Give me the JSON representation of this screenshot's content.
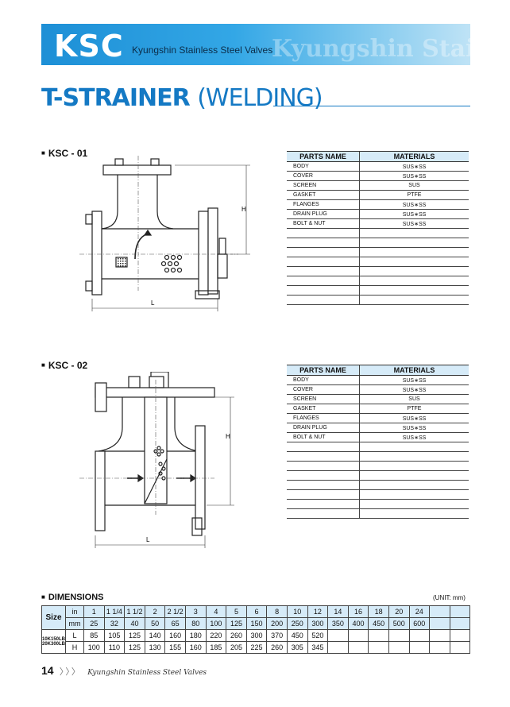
{
  "header": {
    "logo": "KSC",
    "company": "Kyungshin Stainless Steel Valves",
    "ghost_text": "Kyungshin Stainless St"
  },
  "title": {
    "main": "T-STRAINER",
    "sub": "(WELDING)"
  },
  "models": [
    {
      "label": "KSC - 01",
      "drawing_labels": {
        "width": "L",
        "height": "H"
      },
      "parts_table": {
        "headers": [
          "PARTS NAME",
          "MATERIALS"
        ],
        "rows": [
          [
            "BODY",
            "SUS∗SS"
          ],
          [
            "COVER",
            "SUS∗SS"
          ],
          [
            "SCREEN",
            "SUS"
          ],
          [
            "GASKET",
            "PTFE"
          ],
          [
            "FLANGES",
            "SUS∗SS"
          ],
          [
            "DRAIN PLUG",
            "SUS∗SS"
          ],
          [
            "BOLT & NUT",
            "SUS∗SS"
          ],
          [
            "",
            ""
          ],
          [
            "",
            ""
          ],
          [
            "",
            ""
          ],
          [
            "",
            ""
          ],
          [
            "",
            ""
          ],
          [
            "",
            ""
          ],
          [
            "",
            ""
          ],
          [
            "",
            ""
          ]
        ]
      }
    },
    {
      "label": "KSC - 02",
      "drawing_labels": {
        "width": "L",
        "height": "H"
      },
      "parts_table": {
        "headers": [
          "PARTS NAME",
          "MATERIALS"
        ],
        "rows": [
          [
            "BODY",
            "SUS∗SS"
          ],
          [
            "COVER",
            "SUS∗SS"
          ],
          [
            "SCREEN",
            "SUS"
          ],
          [
            "GASKET",
            "PTFE"
          ],
          [
            "FLANGES",
            "SUS∗SS"
          ],
          [
            "DRAIN PLUG",
            "SUS∗SS"
          ],
          [
            "BOLT & NUT",
            "SUS∗SS"
          ],
          [
            "",
            ""
          ],
          [
            "",
            ""
          ],
          [
            "",
            ""
          ],
          [
            "",
            ""
          ],
          [
            "",
            ""
          ],
          [
            "",
            ""
          ],
          [
            "",
            ""
          ],
          [
            "",
            ""
          ]
        ]
      }
    }
  ],
  "dimensions": {
    "title": "DIMENSIONS",
    "unit": "(UNIT: mm)",
    "size_label": "Size",
    "in_label": "in",
    "mm_label": "mm",
    "in_values": [
      "1",
      "1 1/4",
      "1 1/2",
      "2",
      "2 1/2",
      "3",
      "4",
      "5",
      "6",
      "8",
      "10",
      "12",
      "14",
      "16",
      "18",
      "20",
      "24",
      "",
      ""
    ],
    "mm_values": [
      "25",
      "32",
      "40",
      "50",
      "65",
      "80",
      "100",
      "125",
      "150",
      "200",
      "250",
      "300",
      "350",
      "400",
      "450",
      "500",
      "600",
      "",
      ""
    ],
    "rows": [
      {
        "class": "10K150LB",
        "dim": "L",
        "values": [
          "85",
          "105",
          "125",
          "140",
          "160",
          "180",
          "220",
          "260",
          "300",
          "370",
          "450",
          "520",
          "",
          "",
          "",
          "",
          "",
          "",
          ""
        ]
      },
      {
        "class": "20K300LB",
        "dim": "H",
        "values": [
          "100",
          "110",
          "125",
          "130",
          "155",
          "160",
          "185",
          "205",
          "225",
          "260",
          "305",
          "345",
          "",
          "",
          "",
          "",
          "",
          "",
          ""
        ]
      }
    ]
  },
  "footer": {
    "page": "14",
    "arrows": "〉〉〉",
    "text": "Kyungshin Stainless Steel Valves"
  },
  "colors": {
    "accent": "#1479c4",
    "table_header": "#d6ebf8"
  }
}
